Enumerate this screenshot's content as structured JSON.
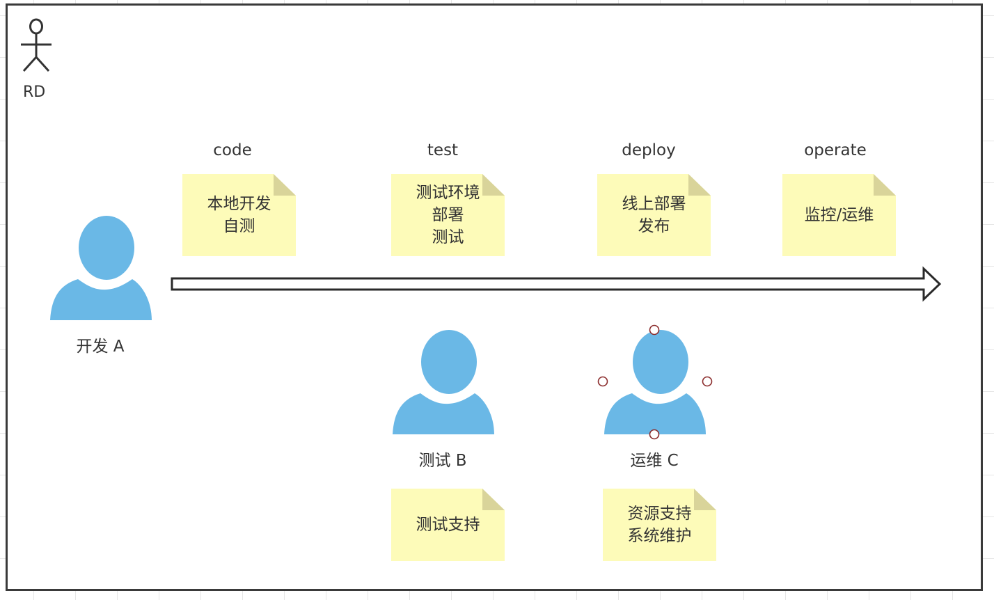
{
  "actor": {
    "label": "RD",
    "icon": "stick-figure-icon"
  },
  "stages": [
    {
      "label": "code",
      "note_lines": [
        "本地开发",
        "自测"
      ]
    },
    {
      "label": "test",
      "note_lines": [
        "测试环境",
        "部署",
        "测试"
      ]
    },
    {
      "label": "deploy",
      "note_lines": [
        "线上部署",
        "发布"
      ]
    },
    {
      "label": "operate",
      "note_lines": [
        "监控/运维"
      ]
    }
  ],
  "people": [
    {
      "label": "开发 A",
      "icon": "user-icon"
    },
    {
      "label": "测试 B",
      "icon": "user-icon"
    },
    {
      "label": "运维 C",
      "icon": "user-icon"
    }
  ],
  "support_notes": [
    {
      "lines": [
        "测试支持"
      ]
    },
    {
      "lines": [
        "资源支持",
        "系统维护"
      ]
    }
  ],
  "flow_arrow": {
    "icon": "hollow-arrow-right-icon"
  },
  "colors": {
    "note_fill": "#fdfbb9",
    "note_fold": "#d9d49a",
    "person_fill": "#6ab8e6",
    "frame_border": "#3a3a3a",
    "handle_stroke": "#8b2c2c"
  }
}
